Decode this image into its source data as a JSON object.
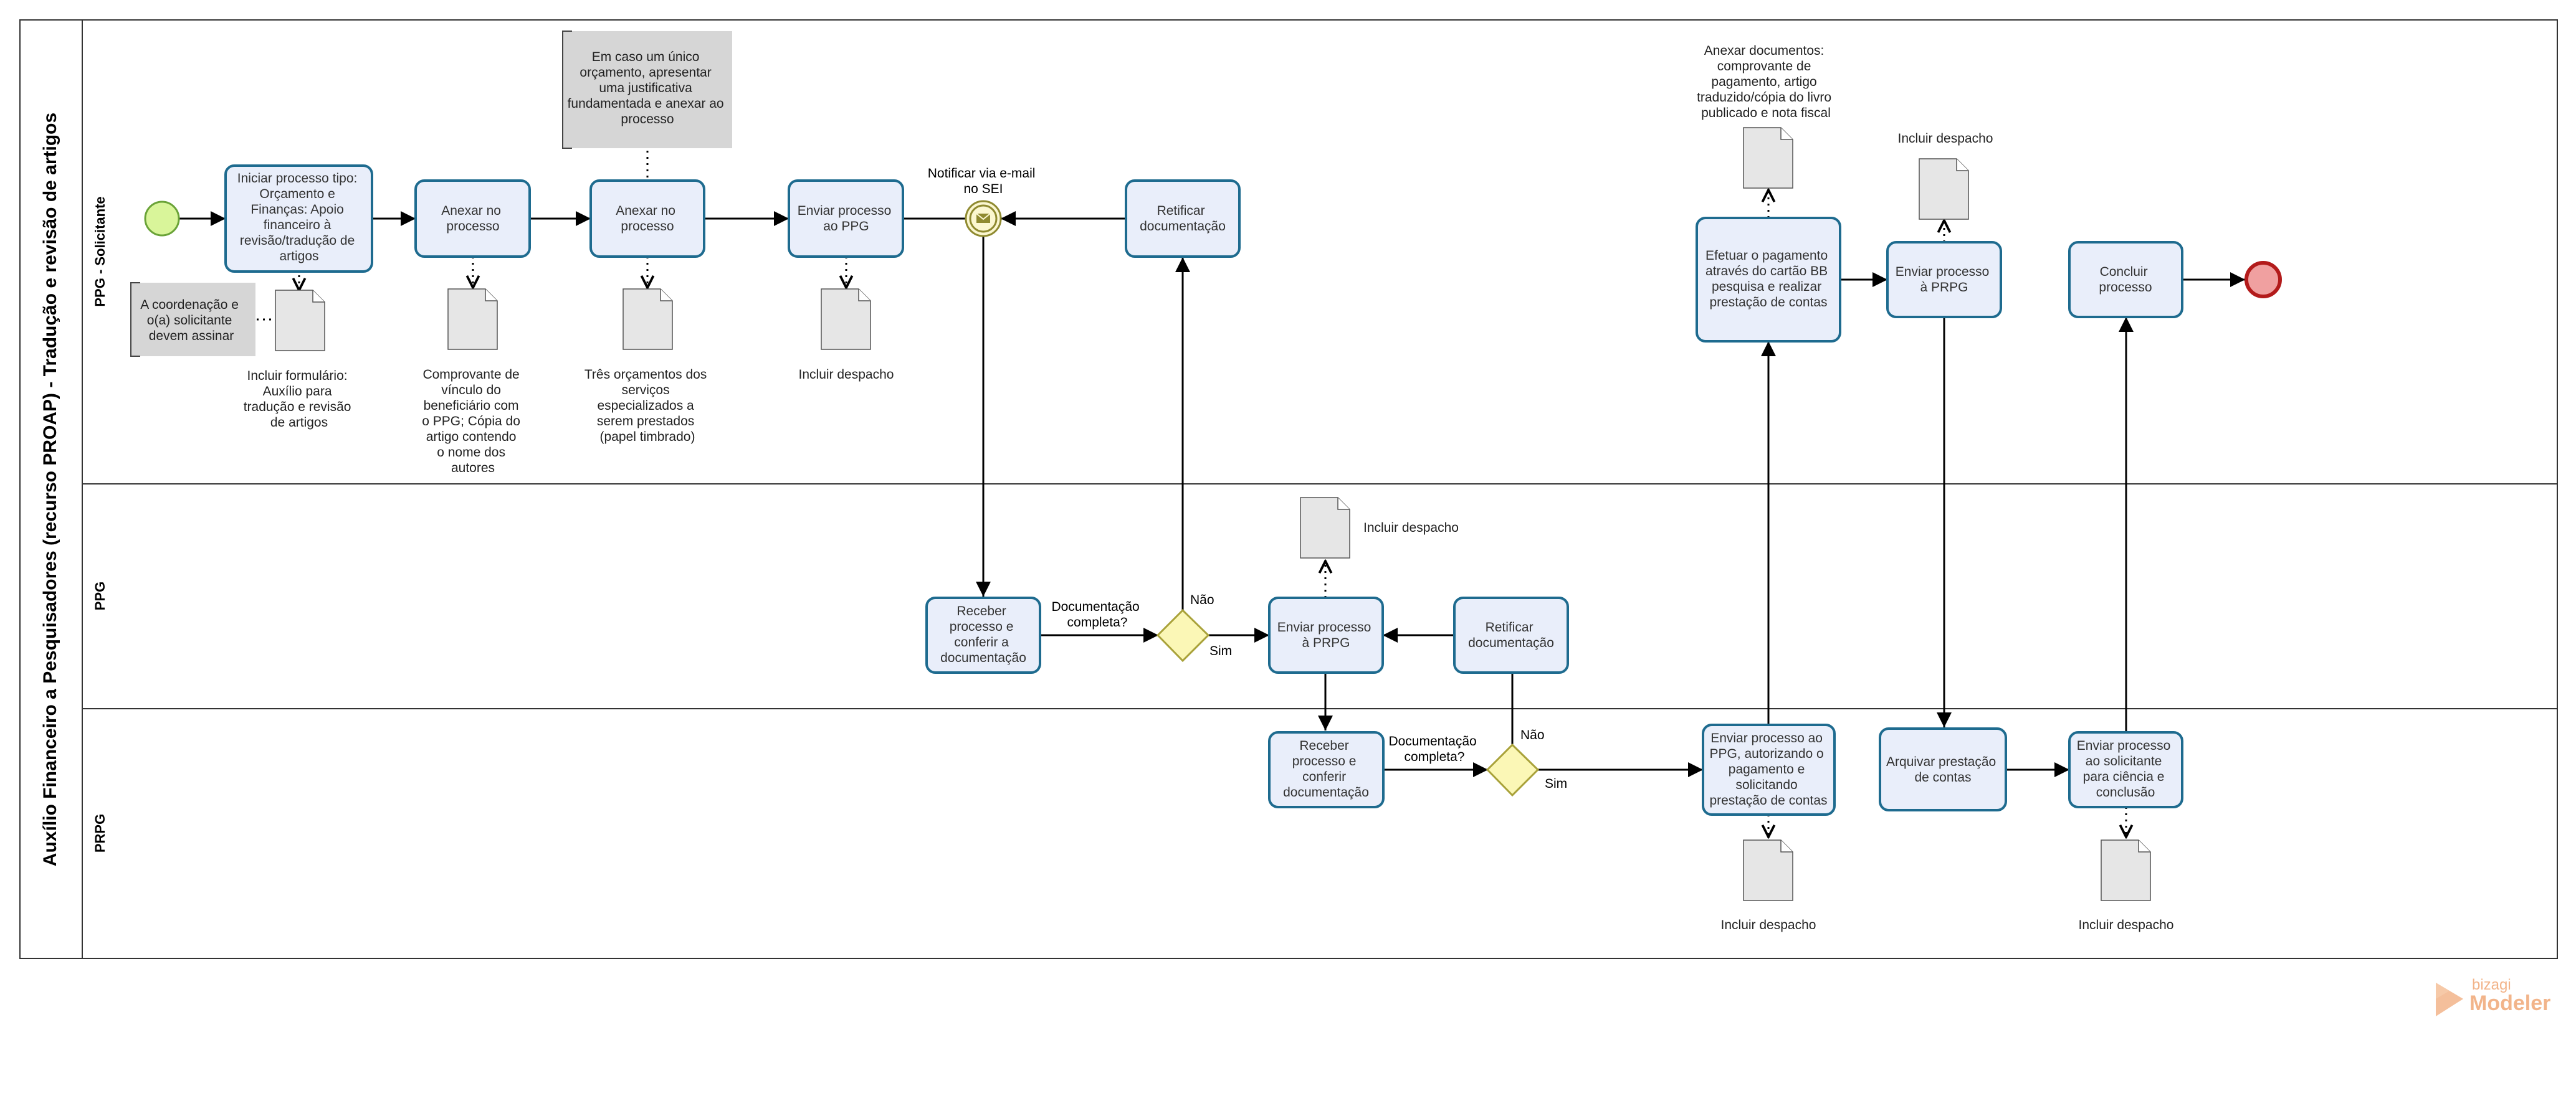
{
  "pool": {
    "title": "Auxílio Financeiro a Pesquisadores (recurso PROAP) - Tradução e revisão de artigos"
  },
  "lanes": [
    {
      "name": "PPG - Solicitante"
    },
    {
      "name": "PPG"
    },
    {
      "name": "PRPG"
    }
  ],
  "tasks": {
    "iniciar": [
      "Iniciar processo tipo:",
      "Orçamento e",
      "Finanças: Apoio",
      "financeiro à",
      "revisão/tradução de",
      "artigos"
    ],
    "anexar1": [
      "Anexar no",
      "processo"
    ],
    "anexar2": [
      "Anexar no",
      "processo"
    ],
    "enviar_ppg": [
      "Enviar processo",
      "ao PPG"
    ],
    "retificar1": [
      "Retificar",
      "documentação"
    ],
    "efetuar": [
      "Efetuar o pagamento",
      "através do cartão BB",
      "pesquisa e realizar",
      "prestação de contas"
    ],
    "enviar_prpg1": [
      "Enviar processo",
      "à PRPG"
    ],
    "concluir": [
      "Concluir",
      "processo"
    ],
    "receber1": [
      "Receber",
      "processo e",
      "conferir a",
      "documentação"
    ],
    "enviar_prpg2": [
      "Enviar processo",
      "à PRPG"
    ],
    "retificar2": [
      "Retificar",
      "documentação"
    ],
    "receber2": [
      "Receber",
      "processo e",
      "conferir",
      "documentação"
    ],
    "enviar_autorizando": [
      "Enviar processo ao",
      "PPG, autorizando o",
      "pagamento e",
      "solicitando",
      "prestação de contas"
    ],
    "arquivar": [
      "Arquivar prestação",
      "de contas"
    ],
    "enviar_solicitante": [
      "Enviar processo",
      "ao solicitante",
      "para ciência e",
      "conclusão"
    ]
  },
  "annotations": {
    "coordenacao": [
      "A coordenação e",
      "o(a) solicitante",
      "devem assinar"
    ],
    "justificativa": [
      "Em caso um único",
      "orçamento, apresentar",
      "uma justificativa",
      "fundamentada e anexar ao",
      "processo"
    ]
  },
  "documents": {
    "formulario": [
      "Incluir formulário:",
      "Auxílio para",
      "tradução e revisão",
      "de artigos"
    ],
    "comprovante": [
      "Comprovante de",
      "vínculo do",
      "beneficiário com",
      "o PPG; Cópia do",
      "artigo contendo",
      "o nome dos",
      "autores"
    ],
    "orcamentos": [
      "Três orçamentos dos",
      "serviços",
      "especializados a",
      "serem prestados",
      "(papel timbrado)"
    ],
    "despacho1": [
      "Incluir despacho"
    ],
    "anexar_docs": [
      "Anexar documentos:",
      "comprovante de",
      "pagamento, artigo",
      "traduzido/cópia do livro",
      "publicado e nota fiscal"
    ],
    "despacho2": [
      "Incluir despacho"
    ],
    "despacho3": [
      "Incluir despacho"
    ],
    "despacho4": [
      "Incluir despacho"
    ],
    "despacho5": [
      "Incluir despacho"
    ]
  },
  "events": {
    "notificar": [
      "Notificar via e-mail",
      "no SEI"
    ]
  },
  "gateways": {
    "g1": {
      "question": [
        "Documentação",
        "completa?"
      ],
      "no": "Não",
      "yes": "Sim"
    },
    "g2": {
      "question": [
        "Documentação",
        "completa?"
      ],
      "no": "Não",
      "yes": "Sim"
    }
  },
  "watermark": {
    "brand": "bizagi",
    "product": "Modeler"
  },
  "colors": {
    "task_fill": "#e9eefa",
    "task_stroke": "#1e6b8f",
    "start_fill": "#d9f59a",
    "start_stroke": "#6aa338",
    "end_fill": "#f0a0a0",
    "end_stroke": "#b31b1b",
    "gateway_fill": "#fbf7b6",
    "gateway_stroke": "#a9a23a",
    "annotation_fill": "#d6d6d6",
    "watermark": "#f2b48a"
  }
}
